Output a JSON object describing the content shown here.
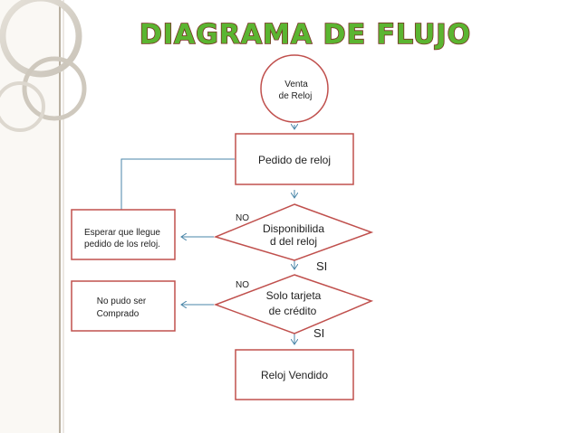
{
  "title": "DIAGRAMA DE FLUJO",
  "colors": {
    "title_fill": "#5bb531",
    "title_outline": "#7a2e24",
    "node_border": "#c0504d",
    "connector": "#4a86a8",
    "left_bar": "#b9b0a1"
  },
  "nodes": {
    "start": {
      "line1": "Venta",
      "line2": "de Reloj"
    },
    "order": {
      "label": "Pedido de reloj"
    },
    "availability": {
      "line1": "Disponibilida",
      "line2": "d del reloj"
    },
    "payment": {
      "line1": "Solo tarjeta",
      "line2": "de crédito"
    },
    "wait": {
      "line1": "Esperar que llegue",
      "line2": "pedido de los reloj."
    },
    "not_purchased": {
      "line1": "No pudo ser",
      "line2": "Comprado"
    },
    "sold": {
      "label": "Reloj Vendido"
    }
  },
  "edge_labels": {
    "no_1": "NO",
    "si_1": "SI",
    "no_2": "NO",
    "si_2": "SI"
  }
}
